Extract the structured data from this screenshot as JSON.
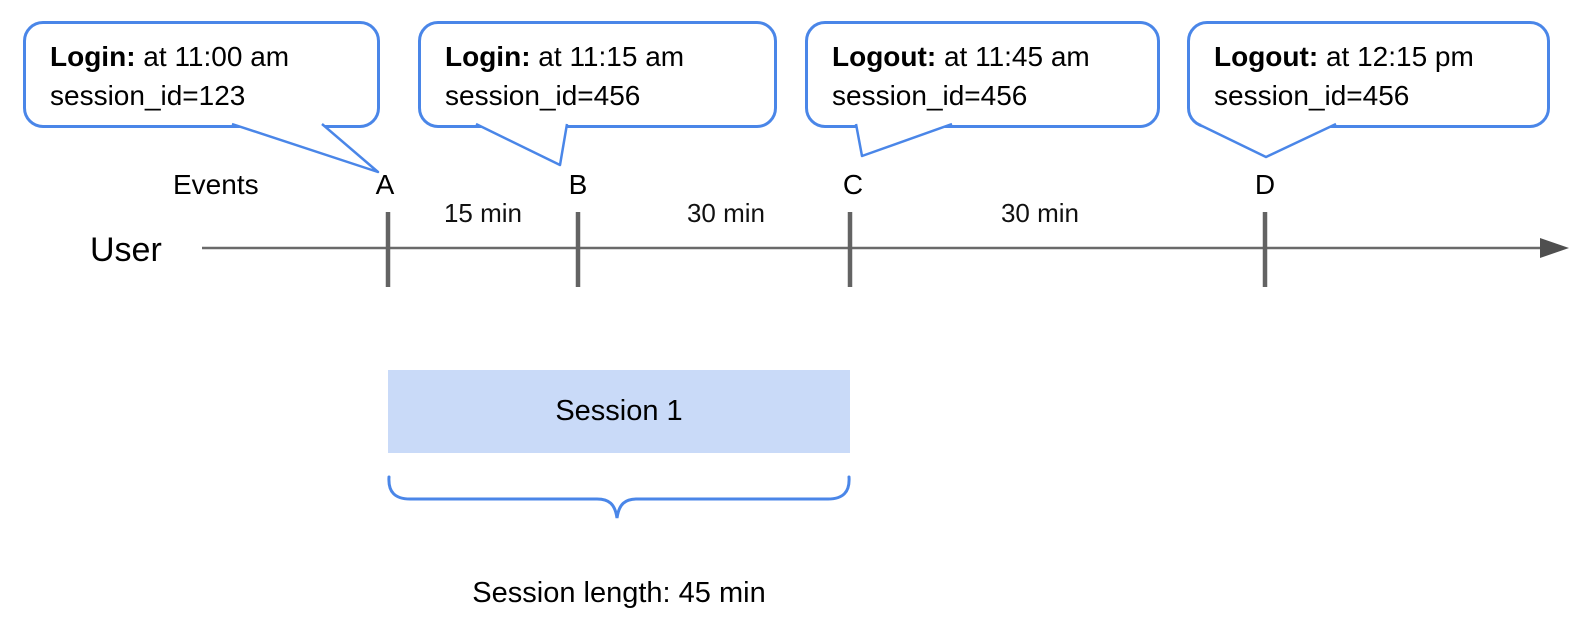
{
  "colors": {
    "accent_blue": "#4a86e8",
    "session_fill": "#c9daf8",
    "timeline_gray": "#6a6a6a",
    "arrowhead_gray": "#4f4f4f",
    "text": "#000000"
  },
  "callouts": [
    {
      "label_bold": "Login:",
      "label_rest": " at 11:00 am",
      "line2": "session_id=123",
      "points_to": "A"
    },
    {
      "label_bold": "Login:",
      "label_rest": " at 11:15 am",
      "line2": "session_id=456",
      "points_to": "B"
    },
    {
      "label_bold": "Logout:",
      "label_rest": " at 11:45 am",
      "line2": "session_id=456",
      "points_to": "C"
    },
    {
      "label_bold": "Logout:",
      "label_rest": " at 12:15 pm",
      "line2": "session_id=456",
      "points_to": "D"
    }
  ],
  "timeline": {
    "axis_label": "Events",
    "row_label": "User",
    "events": [
      "A",
      "B",
      "C",
      "D"
    ],
    "intervals": [
      "15 min",
      "30 min",
      "30 min"
    ]
  },
  "session": {
    "box_label": "Session 1",
    "length_label": "Session length: 45 min"
  }
}
